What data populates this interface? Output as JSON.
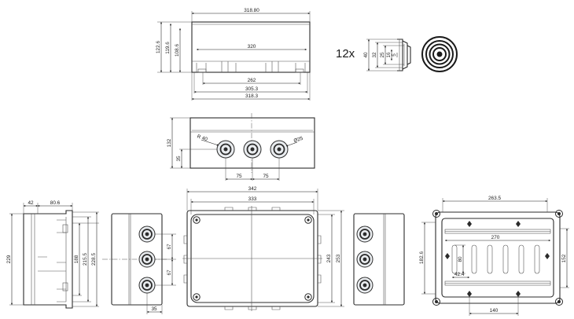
{
  "front": {
    "d_width_top": "318.80",
    "d_height_total": "122.6",
    "d_height_2": "119.6",
    "d_height_3": "108.6",
    "d_inner": "320",
    "d_base_1": "262",
    "d_base_2": "305.3",
    "d_base_3": "318.3"
  },
  "gland": {
    "qty": "12x",
    "d_40": "40",
    "d_32": "32",
    "d_25": "25",
    "d_16": "16",
    "d_5": "5"
  },
  "side": {
    "d_132": "132",
    "d_35": "35",
    "d_r40": "R 40",
    "d_phi25": "Ø25",
    "d_75a": "75",
    "d_75b": "75"
  },
  "left_section": {
    "d_42": "42",
    "d_80_6": "80.6",
    "d_229": "229",
    "d_188": "188",
    "d_215_5": "215.5",
    "d_228_5": "228.5"
  },
  "end_view": {
    "d_67a": "67",
    "d_67b": "67",
    "d_35": "35"
  },
  "top_view": {
    "d_342": "342",
    "d_333": "333",
    "d_243": "243",
    "d_253": "253"
  },
  "base_view": {
    "d_263_5": "263.5",
    "d_270": "270",
    "d_182_6": "182.6",
    "d_152": "152",
    "d_80": "80",
    "d_42_4": "42.4",
    "d_140": "140"
  }
}
